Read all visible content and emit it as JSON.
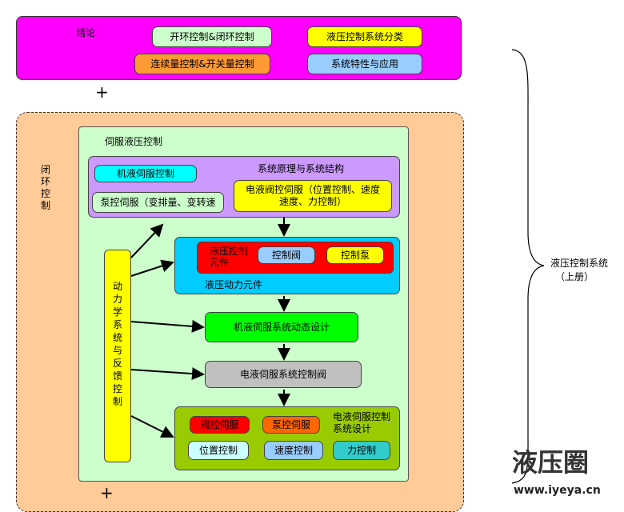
{
  "intro": {
    "title": "绪论",
    "items": [
      "开环控制&闭环控制",
      "液压控制系统分类",
      "连续量控制&开关量控制",
      "系统特性与应用"
    ]
  },
  "plus_top": "+",
  "plus_bottom": "+",
  "closed_loop_label": "闭环控制",
  "servo": {
    "title": "伺服液压控制",
    "principle": {
      "title": "系统原理与系统结构",
      "mechanical": "机液伺服控制",
      "pump": "泵控伺服（变排量、变转速",
      "electro": "电液阀控伺服（位置控制、速度速度、力控制）"
    },
    "components": {
      "title": "液压动力元件",
      "control_element": "液压控制元件",
      "valve": "控制阀",
      "pump": "控制泵"
    },
    "dynamics_feedback": "动力学系统与反馈控制",
    "dynamic_design": "机液伺服系统动态设计",
    "servo_valve": "电液伺服系统控制阀",
    "design": {
      "title": "电液伺服控制系统设计",
      "valve_servo": "阀控伺服",
      "pump_servo": "泵控伺服",
      "position": "位置控制",
      "speed": "速度控制",
      "force": "力控制"
    }
  },
  "side": {
    "title": "液压控制系统",
    "subtitle": "（上册）"
  },
  "watermark": {
    "text": "液压圈",
    "url": "www.iyeya.cn"
  }
}
